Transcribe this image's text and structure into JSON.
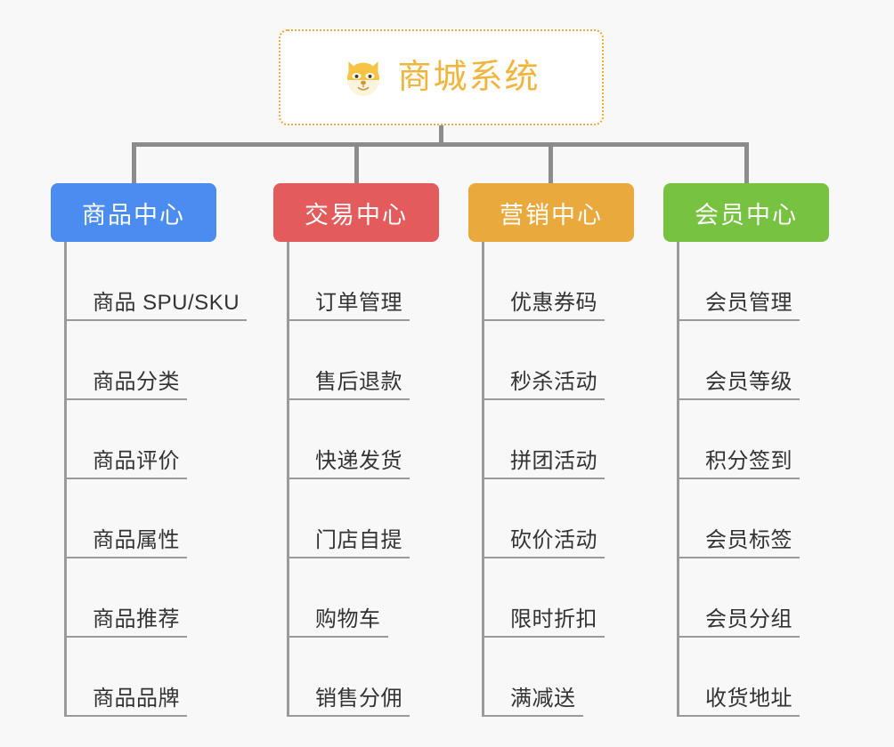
{
  "diagram": {
    "type": "mindmap-org-chart",
    "background_color": "#f8f8f8",
    "connector_color": "#8c8c8c",
    "root": {
      "title": "商城系统",
      "icon": "dog-face-icon",
      "text_color": "#f0b53c",
      "border_color": "#f0a93c",
      "fill_color": "#ffffff"
    },
    "branches": [
      {
        "label": "商品中心",
        "color": "#4a8cf0",
        "items": [
          "商品 SPU/SKU",
          "商品分类",
          "商品评价",
          "商品属性",
          "商品推荐",
          "商品品牌"
        ]
      },
      {
        "label": "交易中心",
        "color": "#e35b5b",
        "items": [
          "订单管理",
          "售后退款",
          "快递发货",
          "门店自提",
          "购物车",
          "销售分佣"
        ]
      },
      {
        "label": "营销中心",
        "color": "#eaa93c",
        "items": [
          "优惠券码",
          "秒杀活动",
          "拼团活动",
          "砍价活动",
          "限时折扣",
          "满减送"
        ]
      },
      {
        "label": "会员中心",
        "color": "#78c242",
        "items": [
          "会员管理",
          "会员等级",
          "积分签到",
          "会员标签",
          "会员分组",
          "收货地址"
        ]
      }
    ]
  }
}
